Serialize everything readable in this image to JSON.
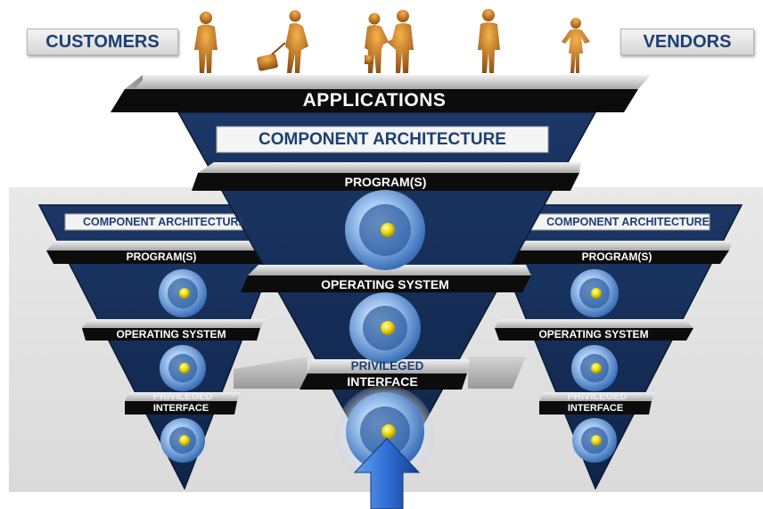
{
  "labels": {
    "customers": "CUSTOMERS",
    "vendors": "VENDORS",
    "applications": "APPLICATIONS",
    "component_architecture": "COMPONENT ARCHITECTURE",
    "program": "PROGRAM(S)",
    "operating_system": "OPERATING SYSTEM",
    "privileged": "PRIVILEGED",
    "interface": "INTERFACE"
  },
  "colors": {
    "navy": "#1d3f74",
    "bar": "#0c0c0c",
    "silhouette": "#e08a24",
    "arrow": "#2f6fd6"
  },
  "icons": [
    "person-silhouette-icon",
    "traveler-silhouette-icon",
    "handshake-silhouette-icon",
    "core-sphere-icon",
    "up-arrow-icon"
  ]
}
